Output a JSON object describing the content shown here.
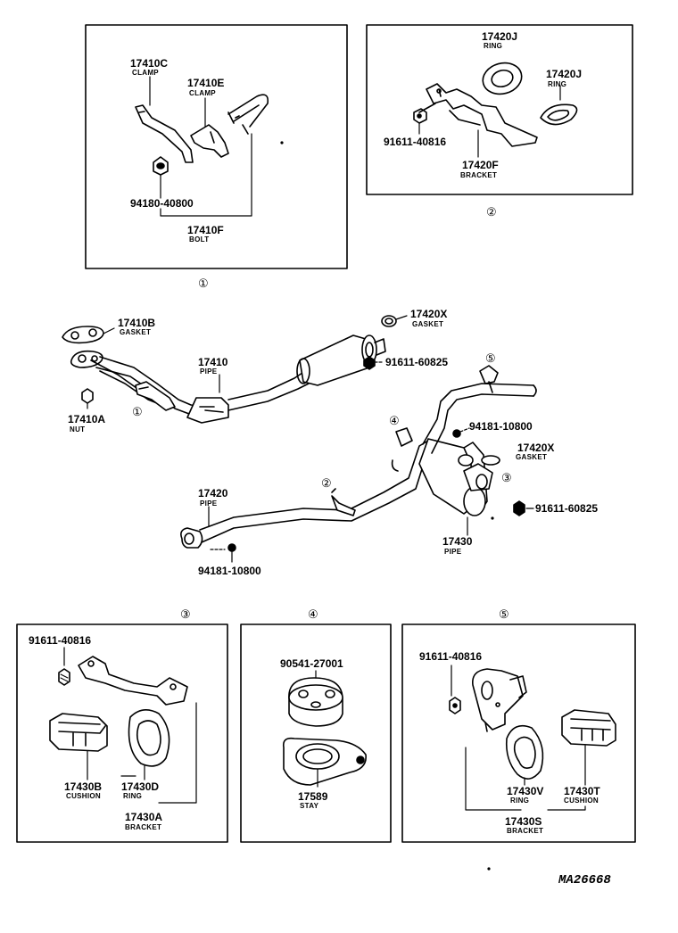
{
  "parts": {
    "p17410C": {
      "num": "17410C",
      "name": "CLAMP"
    },
    "p17410E": {
      "num": "17410E",
      "name": "CLAMP"
    },
    "p94180": {
      "num": "94180-40800"
    },
    "p17410F": {
      "num": "17410F",
      "name": "BOLT"
    },
    "p17420J_a": {
      "num": "17420J",
      "name": "RING"
    },
    "p17420J_b": {
      "num": "17420J",
      "name": "RING"
    },
    "p91611_40816_top": {
      "num": "91611-40816"
    },
    "p17420F": {
      "num": "17420F",
      "name": "BRACKET"
    },
    "p17410B": {
      "num": "17410B",
      "name": "GASKET"
    },
    "p17420X_a": {
      "num": "17420X",
      "name": "GASKET"
    },
    "p91611_60825_a": {
      "num": "91611-60825"
    },
    "p17410": {
      "num": "17410",
      "name": "PIPE"
    },
    "p17410A": {
      "num": "17410A",
      "name": "NUT"
    },
    "p94181_a": {
      "num": "94181-10800"
    },
    "p17420X_b": {
      "num": "17420X",
      "name": "GASKET"
    },
    "p91611_60825_b": {
      "num": "91611-60825"
    },
    "p17420": {
      "num": "17420",
      "name": "PIPE"
    },
    "p17430": {
      "num": "17430",
      "name": "PIPE"
    },
    "p94181_b": {
      "num": "94181-10800"
    },
    "p91611_40816_3": {
      "num": "91611-40816"
    },
    "p17430B": {
      "num": "17430B",
      "name": "CUSHION"
    },
    "p17430D": {
      "num": "17430D",
      "name": "RING"
    },
    "p17430A": {
      "num": "17430A",
      "name": "BRACKET"
    },
    "p90541": {
      "num": "90541-27001"
    },
    "p17589": {
      "num": "17589",
      "name": "STAY"
    },
    "p91611_40816_5": {
      "num": "91611-40816"
    },
    "p17430V": {
      "num": "17430V",
      "name": "RING"
    },
    "p17430T": {
      "num": "17430T",
      "name": "CUSHION"
    },
    "p17430S": {
      "num": "17430S",
      "name": "BRACKET"
    }
  },
  "callouts": {
    "c1": "①",
    "c2": "②",
    "c3": "③",
    "c4": "④",
    "c5": "⑤"
  },
  "drawing_code": "MA26668"
}
